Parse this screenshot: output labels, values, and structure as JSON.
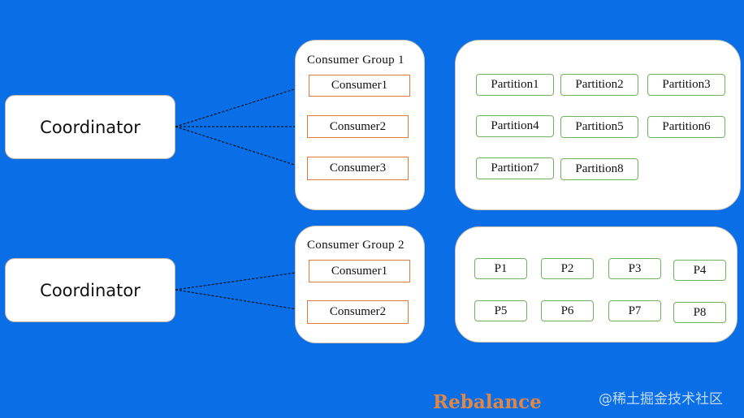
{
  "coordinators": [
    {
      "label": "Coordinator"
    },
    {
      "label": "Coordinator"
    }
  ],
  "group1": {
    "title": "Consumer Group 1",
    "consumers": [
      "Consumer1",
      "Consumer2",
      "Consumer3"
    ]
  },
  "group2": {
    "title": "Consumer Group 2",
    "consumers": [
      "Consumer1",
      "Consumer2"
    ]
  },
  "partitions1": [
    "Partition1",
    "Partition2",
    "Partition3",
    "Partition4",
    "Partition5",
    "Partition6",
    "Partition7",
    "Partition8"
  ],
  "partitions2": [
    "P1",
    "P2",
    "P3",
    "P4",
    "P5",
    "P6",
    "P7",
    "P8"
  ],
  "caption": "Rebalance",
  "watermark": "@稀土掘金技术社区",
  "colors": {
    "background": "#0a6ee6",
    "consumer_border": "#e07a3c",
    "partition_border": "#6fb35b",
    "caption": "#e08745"
  }
}
